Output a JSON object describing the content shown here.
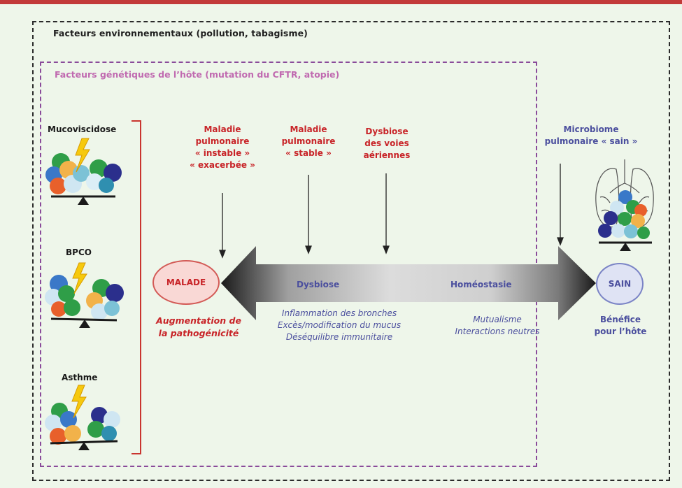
{
  "frames": {
    "environment_title": "Facteurs environnementaux (pollution, tabagisme)",
    "genetic_title": "Facteurs génétiques de l’hôte (mutation du CFTR, atopie)"
  },
  "diseases": [
    {
      "label": "Mucoviscidose"
    },
    {
      "label": "BPCO"
    },
    {
      "label": "Asthme"
    }
  ],
  "states": [
    {
      "line1": "Maladie",
      "line2": "pulmonaire",
      "line3": "« instable »",
      "line4": "« exacerbée »"
    },
    {
      "line1": "Maladie",
      "line2": "pulmonaire",
      "line3": "« stable »"
    },
    {
      "line1": "Dysbiose",
      "line2": "des voies",
      "line3": "aériennes"
    }
  ],
  "healthy_state": {
    "line1": "Microbiome",
    "line2": "pulmonaire « sain »"
  },
  "malade": {
    "label": "MALADE",
    "effect_line1": "Augmentation de",
    "effect_line2": "la pathogénicité"
  },
  "sain": {
    "label": "SAIN",
    "effect_line1": "Bénéfice",
    "effect_line2": "pour l’hôte"
  },
  "arrow": {
    "left_label": "Dysbiose",
    "right_label": "Homéostasie"
  },
  "dysbiosis_effects": [
    "Inflammation des bronches",
    "Excès/modification du mucus",
    "Déséquilibre immunitaire"
  ],
  "homeostasis_effects": [
    "Mutualisme",
    "Interactions neutres"
  ],
  "colors": {
    "disease_red": "#c82428",
    "health_blue": "#4b4f9e",
    "genetic_purple": "#8a4b9a",
    "background_green": "#eef6ea"
  },
  "icons": [
    "lightning-icon",
    "balance-scale-icon",
    "lungs-icon",
    "bacteria-cluster-icon"
  ]
}
